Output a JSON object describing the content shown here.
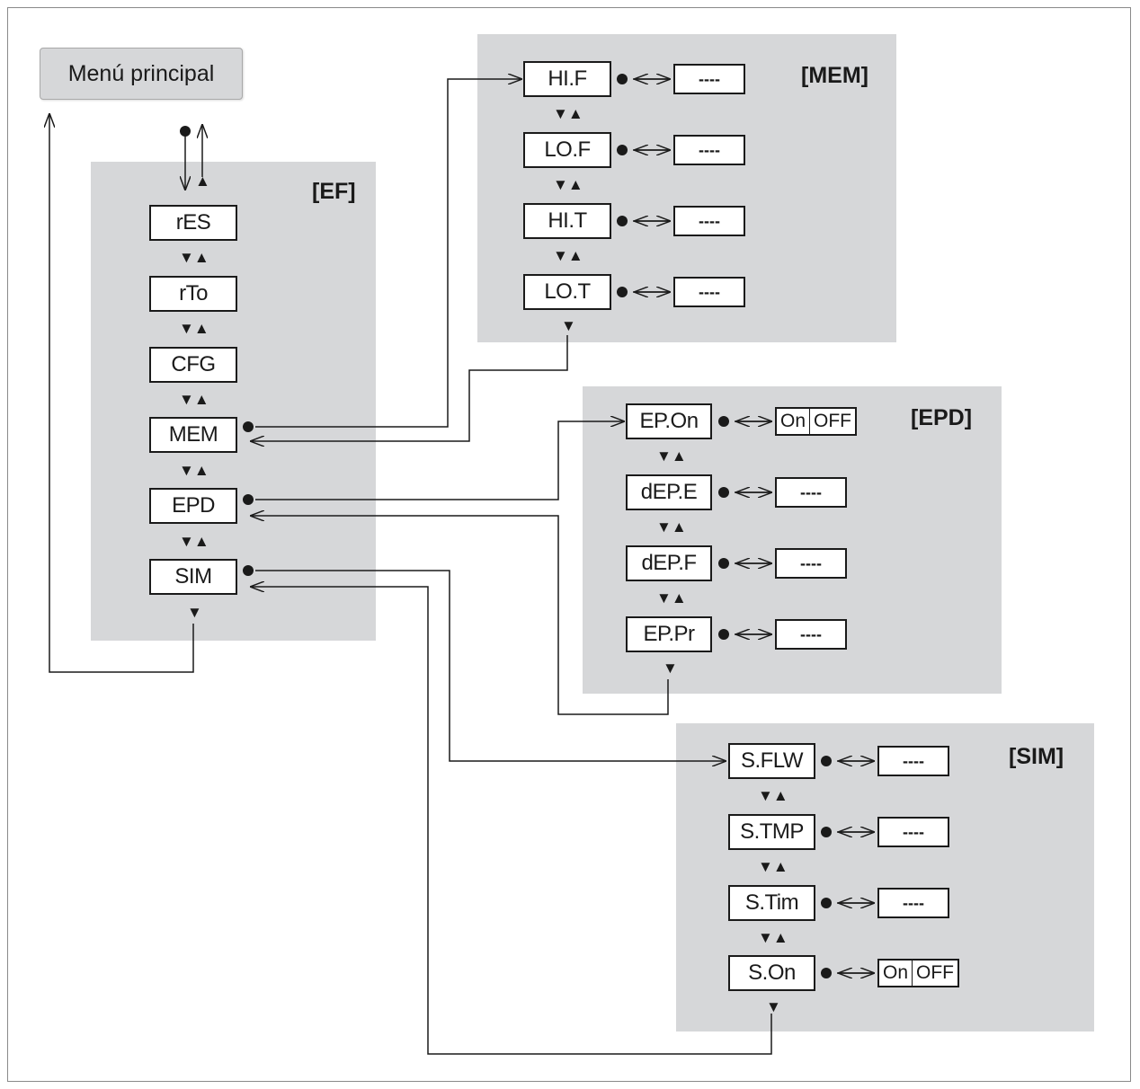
{
  "main_menu": {
    "label": "Menú principal"
  },
  "panels": {
    "ef": {
      "title": "[EF]",
      "items": [
        "rES",
        "rTo",
        "CFG",
        "MEM",
        "EPD",
        "SIM"
      ]
    },
    "mem": {
      "title": "[MEM]",
      "items": [
        {
          "label": "HI.F",
          "value": "----"
        },
        {
          "label": "LO.F",
          "value": "----"
        },
        {
          "label": "HI.T",
          "value": "----"
        },
        {
          "label": "LO.T",
          "value": "----"
        }
      ]
    },
    "epd": {
      "title": "[EPD]",
      "items": [
        {
          "label": "EP.On",
          "on": "On",
          "off": "OFF"
        },
        {
          "label": "dEP.E",
          "value": "----"
        },
        {
          "label": "dEP.F",
          "value": "----"
        },
        {
          "label": "EP.Pr",
          "value": "----"
        }
      ]
    },
    "sim": {
      "title": "[SIM]",
      "items": [
        {
          "label": "S.FLW",
          "value": "----"
        },
        {
          "label": "S.TMP",
          "value": "----"
        },
        {
          "label": "S.Tim",
          "value": "----"
        },
        {
          "label": "S.On",
          "on": "On",
          "off": "OFF"
        }
      ]
    }
  },
  "symbols": {
    "down_up": "▼▲",
    "down": "▼",
    "up": "▲",
    "dot_arrows": "●↔"
  }
}
